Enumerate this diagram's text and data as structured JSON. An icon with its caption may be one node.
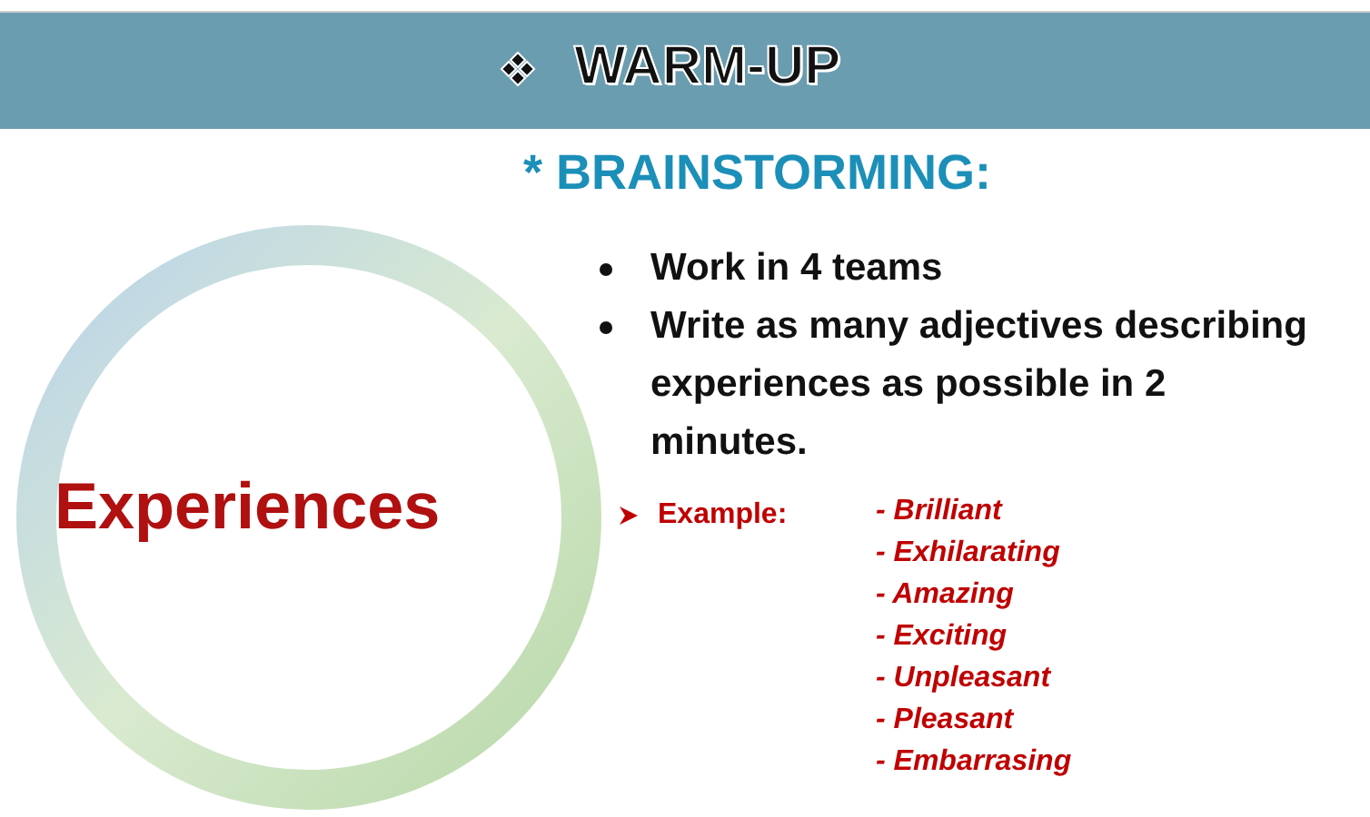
{
  "diagram": {
    "title": "WARM-UP",
    "labels": [
      "* BRAINSTORMING:",
      "Work in 4 teams",
      "Write as many adjectives describing experiences as possible in 2 minutes.",
      "Experiences",
      "Example:",
      "- Brilliant",
      "- Exhilarating",
      "- Amazing",
      "- Exciting",
      "- Unpleasant",
      "- Pleasant",
      "- Embarrasing"
    ]
  }
}
